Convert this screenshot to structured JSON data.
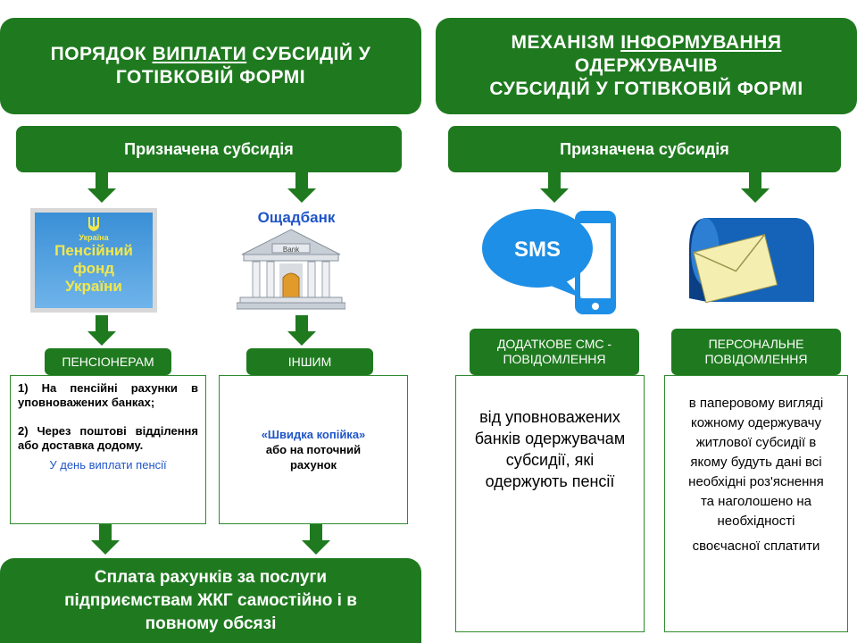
{
  "left": {
    "title_pre": "ПОРЯДОК ",
    "title_u": "ВИПЛАТИ",
    "title_post": " СУБСИДІЙ У",
    "title_line2": "ГОТІВКОВІЙ ФОРМІ",
    "assigned": "Призначена субсидія",
    "pf_logo": {
      "line0": "Україна",
      "line1": "Пенсійний",
      "line2": "фонд",
      "line3": "України"
    },
    "bank_name": "Ощадбанк",
    "bank_sign": "Bank",
    "pensioners_label": "ПЕНСІОНЕРАМ",
    "others_label": "ІНШИМ",
    "pensioners_item1": "1) На пенсійні рахунки в уповноважених банках;",
    "pensioners_item2": "2) Через поштові відділення або доставка додому.",
    "pensioners_note": "У день виплати пенсії",
    "others_line1": "«Швидка копійка»",
    "others_line2": "або на поточний рахунок",
    "bottom_line1": "Сплата рахунків за послуги",
    "bottom_line2": "підприємствам ЖКГ самостійно і в",
    "bottom_line3": "повному обсязі"
  },
  "right": {
    "title_pre": "МЕХАНІЗМ ",
    "title_u": "ІНФОРМУВАННЯ",
    "title_line2": "ОДЕРЖУВАЧІВ",
    "title_line3": "СУБСИДІЙ У ГОТІВКОВІЙ ФОРМІ",
    "assigned": "Призначена субсидія",
    "sms_text": "SMS",
    "sms_label_line1": "ДОДАТКОВЕ СМС -",
    "sms_label_line2": "ПОВІДОМЛЕННЯ",
    "personal_label_line1": "ПЕРСОНАЛЬНЕ",
    "personal_label_line2": "ПОВІДОМЛЕННЯ",
    "sms_box_text": "від уповноважених банків одержувачам субсидії, які одержують пенсії",
    "personal_box_text": "в паперовому вигляді кожному одержувачу житлової субсидії в якому будуть дані всі необхідні роз'яснення та наголошено на необхідності",
    "personal_box_tail": "своєчасної сплатити"
  },
  "colors": {
    "green": "#1f7a1f",
    "blue": "#1f55c8"
  },
  "icons": [
    "pension-fund-logo",
    "bank-building-icon",
    "sms-phone-icon",
    "envelope-mailbox-icon",
    "down-arrow-icon"
  ]
}
